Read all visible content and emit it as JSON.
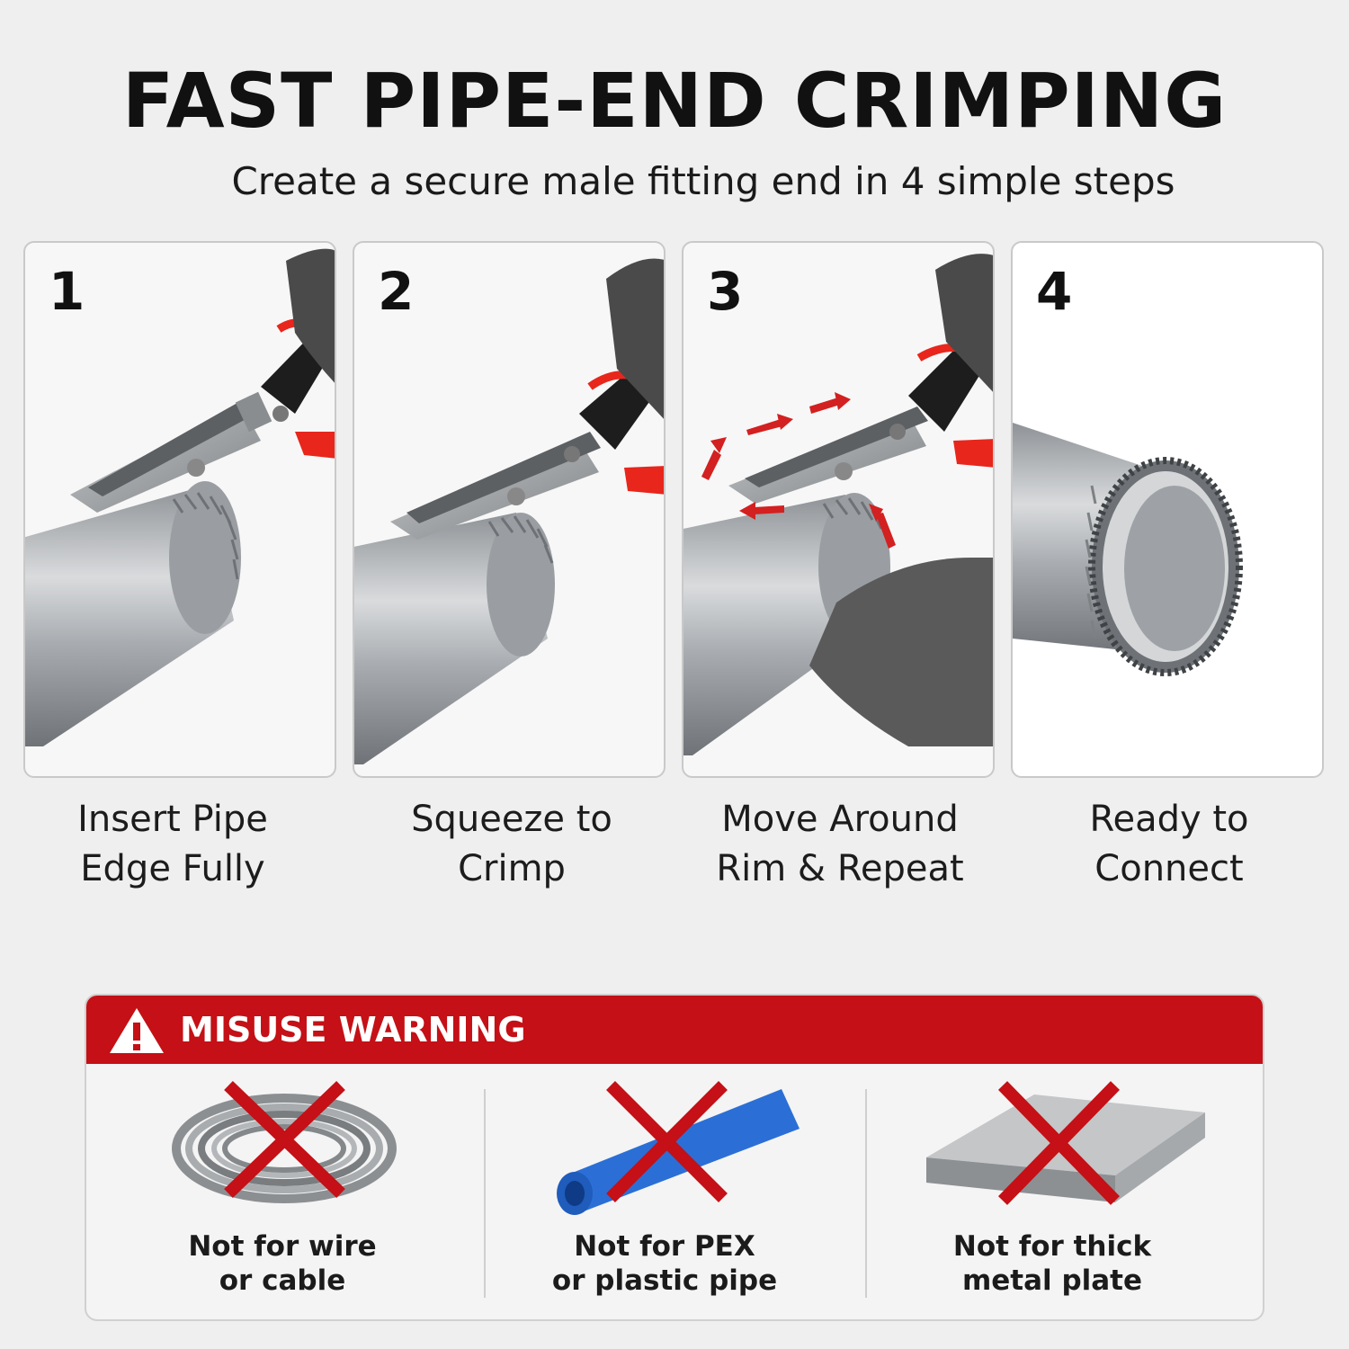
{
  "header": {
    "title": "FAST PIPE-END CRIMPING",
    "subtitle": "Create a secure male fitting end in 4 simple steps"
  },
  "steps": [
    {
      "number": "1",
      "caption_line1": "Insert Pipe",
      "caption_line2": "Edge Fully"
    },
    {
      "number": "2",
      "caption_line1": "Squeeze to",
      "caption_line2": "Crimp"
    },
    {
      "number": "3",
      "caption_line1": "Move Around",
      "caption_line2": "Rim & Repeat"
    },
    {
      "number": "4",
      "caption_line1": "Ready to",
      "caption_line2": "Connect"
    }
  ],
  "warning": {
    "title": "MISUSE WARNING",
    "items": [
      {
        "line1": "Not for wire",
        "line2": "or cable",
        "icon": "wire-coil-icon"
      },
      {
        "line1": "Not for PEX",
        "line2": "or plastic pipe",
        "icon": "pex-pipe-icon"
      },
      {
        "line1": "Not for thick",
        "line2": "metal plate",
        "icon": "metal-plate-icon"
      }
    ]
  },
  "colors": {
    "accent_red": "#c41016",
    "handle_red": "#e8261c",
    "pex_blue": "#2b6fd6",
    "steel": "#b9bcbf"
  }
}
